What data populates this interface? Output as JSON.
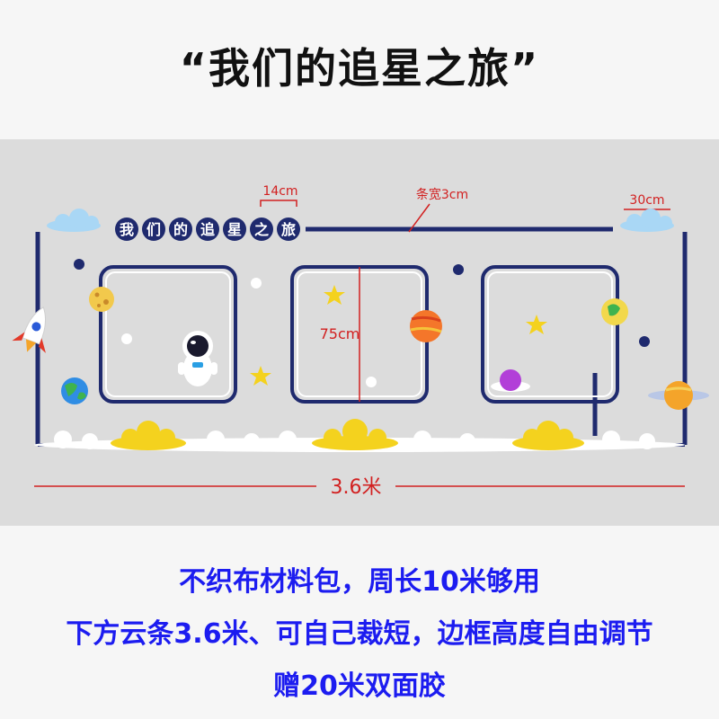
{
  "title": "“我们的追星之旅”",
  "banner": {
    "title_chars": [
      "我",
      "们",
      "的",
      "追",
      "星",
      "之",
      "旅"
    ]
  },
  "dimensions": {
    "char_width": "14cm",
    "strip_width": "条宽3cm",
    "cloud_width": "30cm",
    "frame_height": "75cm",
    "total_length": "3.6米"
  },
  "captions": {
    "line1": "不织布材料包，周长10米够用",
    "line2": "下方云条3.6米、可自己裁短，边框高度自由调节",
    "line3": "赠20米双面胶"
  },
  "colors": {
    "panel_bg": "#dcdcdc",
    "frame_navy": "#1f2a6e",
    "dimension_red": "#d22020",
    "caption_blue": "#1c1cf0",
    "star_yellow": "#f4d21e",
    "cloud_blue": "#a9d7f5"
  },
  "icons": [
    "rocket-icon",
    "astronaut-icon",
    "planet-icon",
    "ufo-icon",
    "star-icon",
    "cloud-icon",
    "earth-icon",
    "saturn-icon"
  ]
}
